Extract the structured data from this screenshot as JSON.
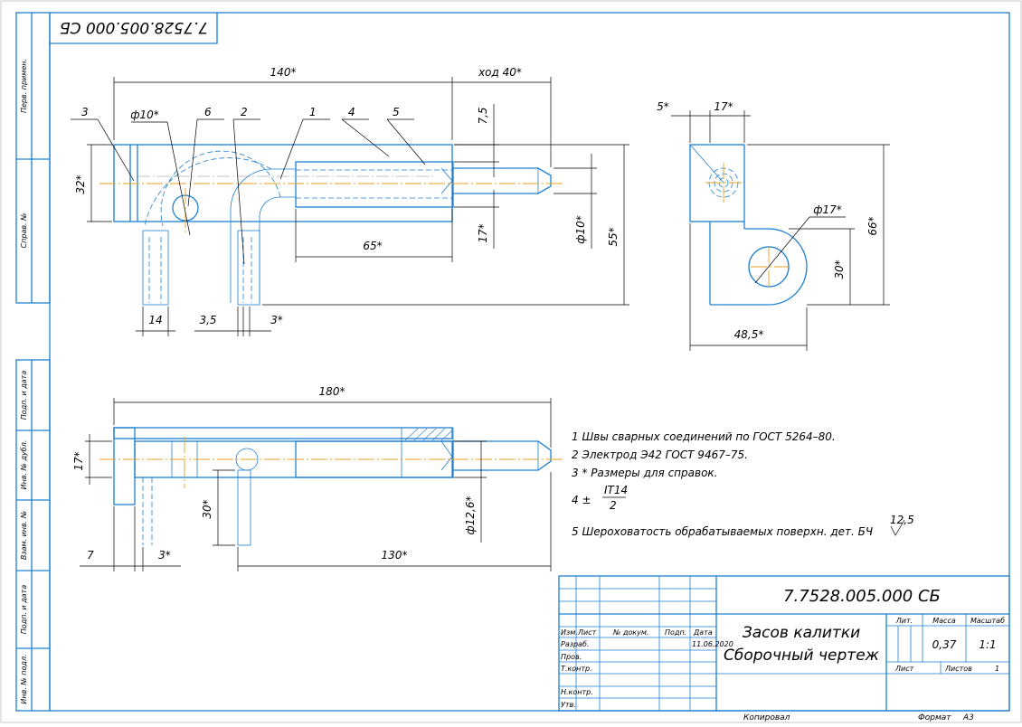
{
  "drawing": {
    "code": "7.7528.005.000 СБ",
    "code_rotated": "7.7528.005.000 СБ",
    "title_line1": "Засов калитки",
    "title_line2": "Сборочный чертеж",
    "mass": "0,37",
    "scale": "1:1",
    "sheets_value": "1",
    "footer_copied": "Копировал",
    "footer_format_label": "Формат",
    "footer_format_value": "А3"
  },
  "side_strip": [
    "Перв. примен.",
    "Справ. №",
    "Подп. и дата",
    "Инв. № дубл.",
    "Взам. инв. №",
    "Подп. и дата",
    "Инв. № подл."
  ],
  "title_block": {
    "header_cols": [
      "Изм.",
      "Лист",
      "№ докум.",
      "Подп.",
      "Дата"
    ],
    "rows": [
      "Разраб.",
      "Пров.",
      "Т.контр.",
      "",
      "Н.контр.",
      "Утв."
    ],
    "date_value": "11.06.2020",
    "right_headers": [
      "Лит.",
      "Масса",
      "Масштаб"
    ],
    "sheet_label": "Лист",
    "sheets_label": "Листов"
  },
  "notes": [
    "1  Швы сварных соединений по ГОСТ 5264–80.",
    "2  Электрод Э42 ГОСТ 9467–75.",
    "3  * Размеры для справок.",
    "4  ±",
    "5  Шероховатость обрабатываемых поверхн. дет. БЧ"
  ],
  "note4_fraction": {
    "numerator": "IT14",
    "denominator": "2"
  },
  "note5_roughness": "12,5",
  "front_view": {
    "dims": {
      "length": "140*",
      "stroke": "ход 40*",
      "height32": "32*",
      "phi10": "ф10*",
      "d75": "7,5",
      "d17": "17*",
      "phi10b": "ф10*",
      "d55": "55*",
      "d65": "65*",
      "d14": "14",
      "d35": "3,5",
      "d3": "3*"
    },
    "callouts": [
      "3",
      "6",
      "2",
      "1",
      "4",
      "5"
    ]
  },
  "side_view": {
    "dims": {
      "d5": "5*",
      "d17": "17*",
      "phi17": "ф17*",
      "d66": "66*",
      "d30": "30*",
      "d485": "48,5*"
    }
  },
  "plan_view": {
    "dims": {
      "d180": "180*",
      "d17": "17*",
      "d30": "30*",
      "phi126": "ф12,6*",
      "d7": "7",
      "d3": "3*",
      "d130": "130*"
    }
  }
}
